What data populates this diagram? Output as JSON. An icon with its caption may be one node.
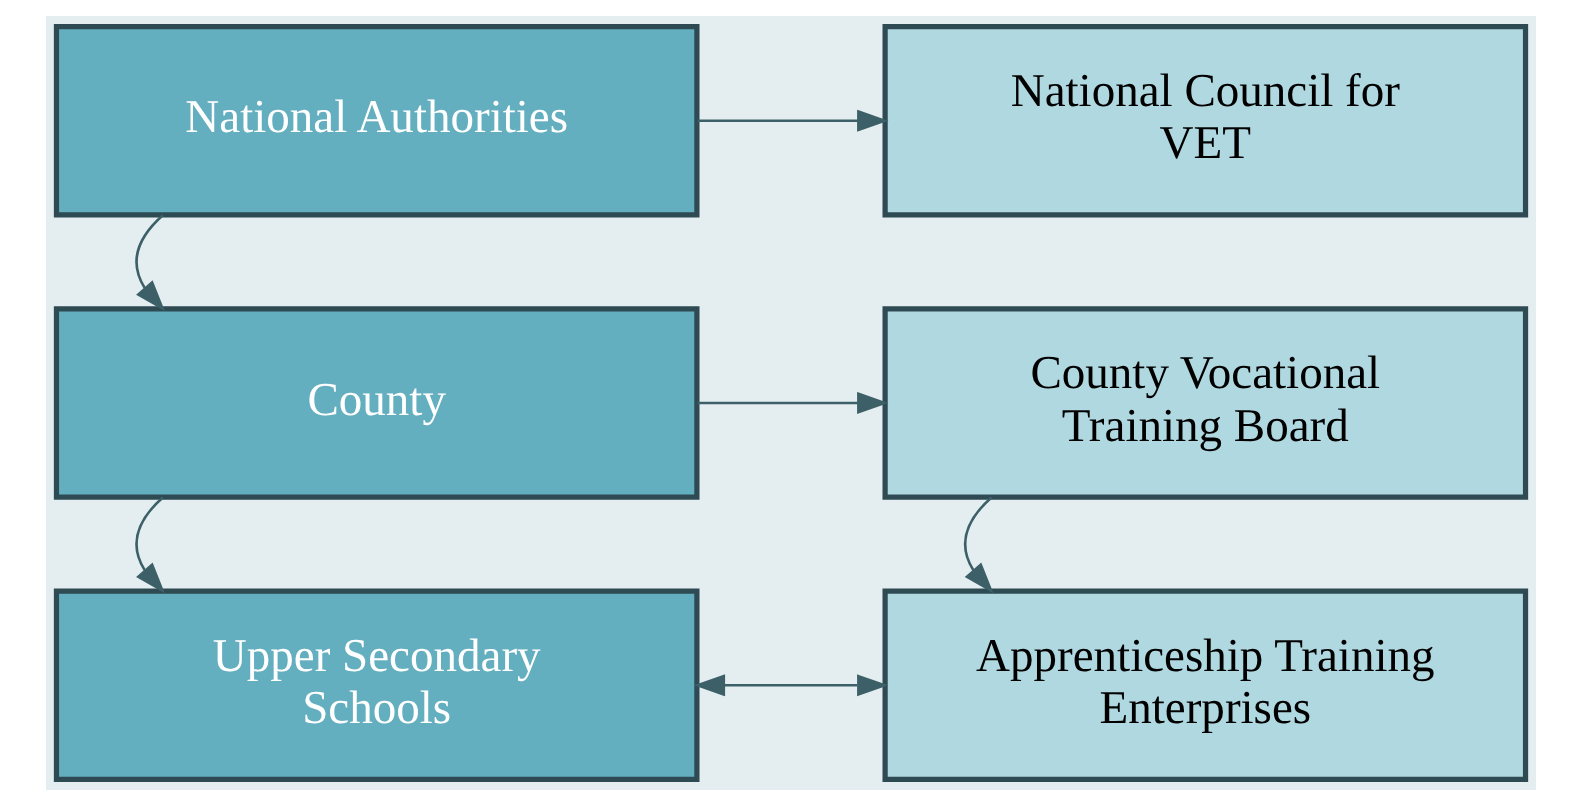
{
  "diagram": {
    "nodes": [
      {
        "text": [
          "National Authorities"
        ]
      },
      {
        "text": [
          "National Council for VET"
        ]
      },
      {
        "text": [
          "County"
        ]
      },
      {
        "text": [
          "County Vocational Training Board"
        ]
      },
      {
        "text": [
          "Upper Secondary Schools"
        ]
      },
      {
        "text": [
          "Apprenticeship Training Enterprises"
        ]
      }
    ],
    "edges": [
      {
        "from": 0,
        "to": 1,
        "arrow": "to"
      },
      {
        "from": 0,
        "to": 2,
        "arrow": "to"
      },
      {
        "from": 2,
        "to": 3,
        "arrow": "to"
      },
      {
        "from": 2,
        "to": 4,
        "arrow": "to"
      },
      {
        "from": 3,
        "to": 5,
        "arrow": "to"
      },
      {
        "from": 4,
        "to": 5,
        "arrow": "both"
      }
    ]
  }
}
